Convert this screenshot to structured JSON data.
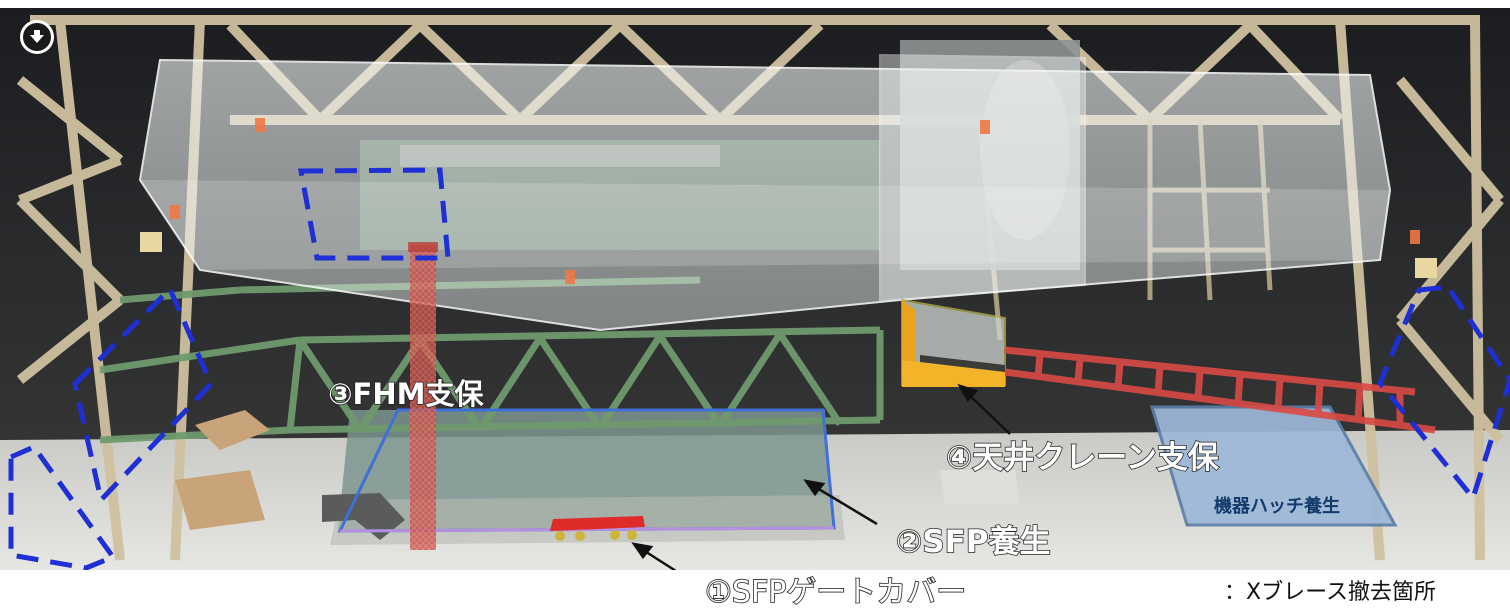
{
  "labels": {
    "fhm": "③FHM支保",
    "crane": "④天井クレーン支保",
    "sfp_cover": "②SFP養生",
    "gate_cover": "①SFPゲートカバー",
    "hatch": "機器ハッチ養生",
    "legend": "：Xブレース撤去箇所"
  },
  "icons": {
    "corner_button": "download-circle-icon"
  },
  "colors": {
    "brace_dash": "#1f2fd6",
    "fhm_support": "#c2554e",
    "crane_support": "#d94a44",
    "crane_block": "#f4b42a",
    "sfp_outline": "#3f6fd8",
    "gate_cover": "#e02b2b",
    "hatch_fill": "#9db8d8"
  }
}
